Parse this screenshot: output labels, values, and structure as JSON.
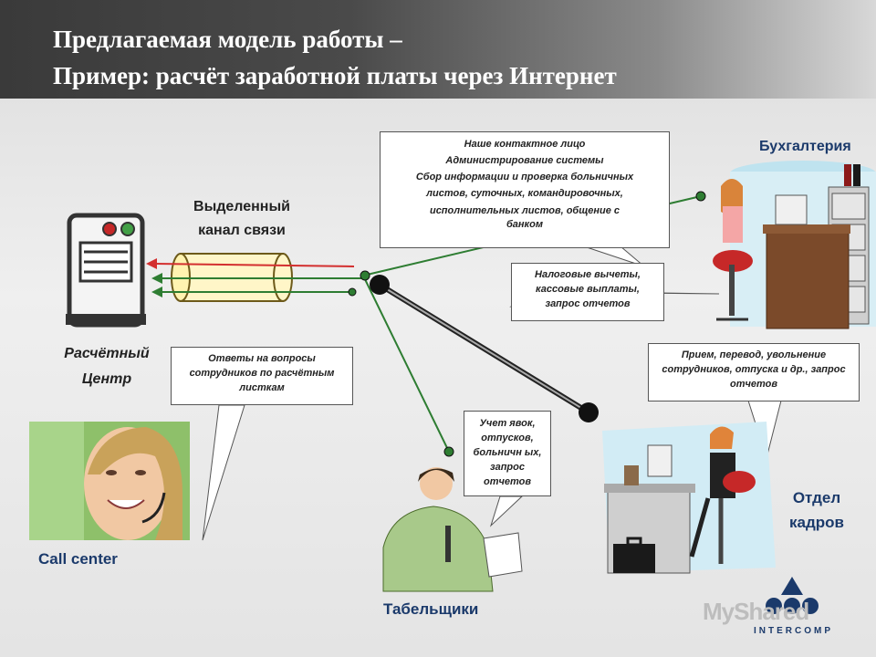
{
  "title": {
    "line1": "Предлагаемая модель работы –",
    "line2": "Пример: расчёт заработной платы  через Интернет"
  },
  "labels": {
    "channel": "Выделенный канал связи",
    "center": "Расчётный Центр",
    "callcenter": "Call center",
    "accounting": "Бухгалтерия",
    "hr": "Отдел кадров",
    "timekeepers": "Табельщики"
  },
  "boxes": {
    "contact": [
      "Наше контактное лицо",
      "Администрирование системы",
      "Сбор информации и проверка больничных",
      "листов, суточных, командировочных,",
      "исполнительных листов, общение с",
      "банком"
    ],
    "tax": "Налоговые вычеты, кассовые выплаты, запрос отчетов",
    "answers": "Ответы на вопросы сотрудников по расчётным листкам",
    "hr": "Прием, перевод, увольнение сотрудников, отпуска и др., запрос отчетов",
    "attendance": "Учет явок, отпусков, больничн ых, запрос отчетов"
  },
  "logo": {
    "watermark": "MyShared",
    "brand": "INTERCOMP"
  },
  "colors": {
    "title_text": "#ffffff",
    "label_blue": "#1b3a6b",
    "green_line": "#2e7d32",
    "red_arrow": "#d32f2f",
    "pipe_fill": "#fff6c8"
  }
}
